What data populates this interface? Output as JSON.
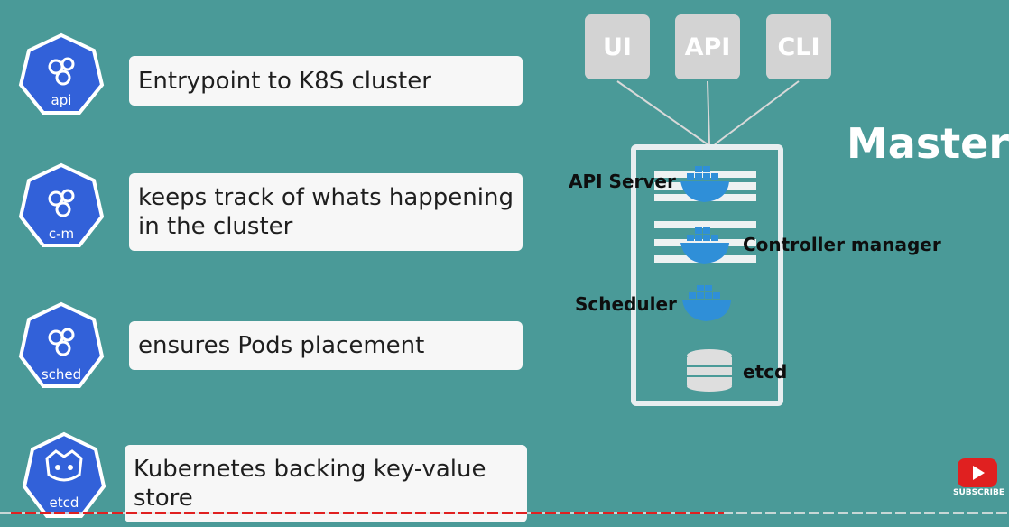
{
  "rows": [
    {
      "icon_label": "api",
      "icon": "kubernetes-api-icon",
      "text": "Entrypoint to K8S cluster"
    },
    {
      "icon_label": "c-m",
      "icon": "kubernetes-controller-manager-icon",
      "text": "keeps track of whats happening in the cluster"
    },
    {
      "icon_label": "sched",
      "icon": "kubernetes-scheduler-icon",
      "text": "ensures Pods placement"
    },
    {
      "icon_label": "etcd",
      "icon": "etcd-icon",
      "text": "Kubernetes backing key-value store"
    }
  ],
  "clients": [
    "UI",
    "API",
    "CLI"
  ],
  "master_label": "Master",
  "components": {
    "api_server": "API Server",
    "controller_manager": "Controller manager",
    "scheduler": "Scheduler",
    "etcd": "etcd"
  },
  "subscribe_label": "SUBSCRIBE",
  "colors": {
    "background": "#4a9a98",
    "k8s_blue": "#3261d9",
    "card": "#f7f7f7",
    "client_box": "#d3d3d3",
    "docker_blue": "#2f8fd8",
    "progress_red": "#e02020"
  }
}
